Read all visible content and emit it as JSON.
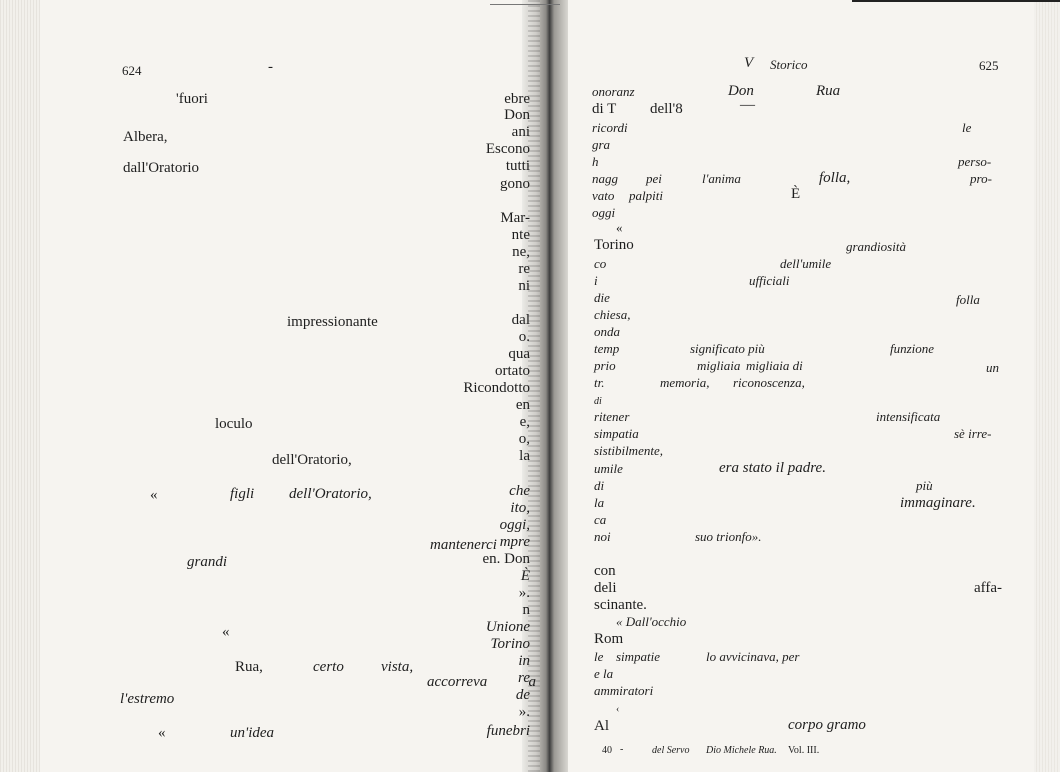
{
  "left_page": {
    "page_number": "624",
    "running_head_dash": "-",
    "left_column": [
      {
        "text": "'fuori",
        "italic": false
      },
      {
        "text": "Albera,",
        "italic": false
      },
      {
        "text": "dall'Oratorio",
        "italic": false
      },
      {
        "text": "impressionante",
        "italic": false
      },
      {
        "text": "loculo",
        "italic": false
      },
      {
        "text": "dell'Oratorio,",
        "italic": false
      },
      {
        "text": "«",
        "italic": false
      },
      {
        "text": "figli",
        "italic": true
      },
      {
        "text": "dell'Oratorio,",
        "italic": true
      },
      {
        "text": "mantenerci",
        "italic": true
      },
      {
        "text": "grandi",
        "italic": true
      },
      {
        "text": "«",
        "italic": false
      },
      {
        "text": "Rua,",
        "italic": false
      },
      {
        "text": "certo",
        "italic": true
      },
      {
        "text": "vista,",
        "italic": true
      },
      {
        "text": "accorreva",
        "italic": true
      },
      {
        "text": "l'estremo",
        "italic": true
      },
      {
        "text": "«",
        "italic": false
      },
      {
        "text": "un'idea",
        "italic": true
      }
    ],
    "right_edge_column": [
      "ebre",
      "Don",
      "ani",
      "Escono",
      "tutti",
      "gono",
      "Mar-",
      "nte",
      "ne,",
      "re",
      "ni",
      "dal",
      "o.",
      "qua",
      "ortato",
      "Ricondotto",
      "en",
      "e,",
      "o,",
      "la",
      "che",
      "ito,",
      "oggi,",
      "mpre",
      "en. Don",
      "È",
      "».",
      "n",
      "Unione",
      "Torino",
      "in",
      "re",
      "a",
      "de",
      "».",
      "funebri"
    ]
  },
  "right_page": {
    "page_number": "625",
    "running_head": [
      "V",
      "Storico"
    ],
    "left_column": [
      "onoranz",
      "di T",
      "ricordi",
      "gra",
      "h",
      "nagg",
      "vato",
      "oggi",
      "«",
      "Torino",
      "co",
      "i",
      "die",
      "chiesa,",
      "onda",
      "temp",
      "prio",
      "tr.",
      "di",
      "ritener",
      "simpatia",
      "sistibilmente,",
      "umile",
      "di",
      "la",
      "ca",
      "noi",
      "con",
      "deli",
      "scinante.",
      "Rom",
      "le",
      "e la",
      "ammiratori",
      "‹",
      "Al"
    ],
    "inline_words": [
      "Don",
      "Rua",
      "dell'8",
      "—",
      "pei",
      "l'anima",
      "follа,",
      "palpiti",
      "È",
      "grandiosità",
      "dell'umile",
      "ufficiali",
      "significato più",
      "migliaia",
      "migliaia di",
      "memoria,",
      "riconoscenza,",
      "era stato il padre.",
      "più",
      "suo trionfo».",
      "« Dall'occhio",
      "simpatie",
      "lo avvicinava, per",
      "corpo gramo"
    ],
    "right_edge_column": [
      "le",
      "perso-",
      "pro-",
      "folla",
      "funzione",
      "un",
      "intensificata",
      "sè irre-",
      "immaginare.",
      "affa-"
    ],
    "footer": {
      "signature": "40",
      "dash": "-",
      "text_a": "del Servo",
      "text_b": "Dio Michele Rua.",
      "volume": "Vol. III."
    }
  }
}
